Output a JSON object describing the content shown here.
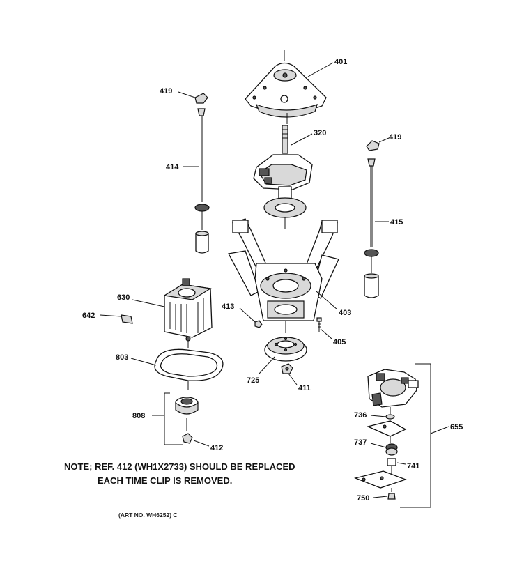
{
  "labels": {
    "p401": "401",
    "p419a": "419",
    "p419b": "419",
    "p320": "320",
    "p414": "414",
    "p415": "415",
    "p403": "403",
    "p630": "630",
    "p642": "642",
    "p413": "413",
    "p405": "405",
    "p803": "803",
    "p725": "725",
    "p411": "411",
    "p808": "808",
    "p412": "412",
    "p736": "736",
    "p655": "655",
    "p737": "737",
    "p741": "741",
    "p750": "750"
  },
  "note": {
    "line1": "NOTE; REF. 412 (WH1X2733) SHOULD BE REPLACED",
    "line2": "EACH TIME CLIP IS REMOVED."
  },
  "art_number": "(ART NO. WH6252) C"
}
